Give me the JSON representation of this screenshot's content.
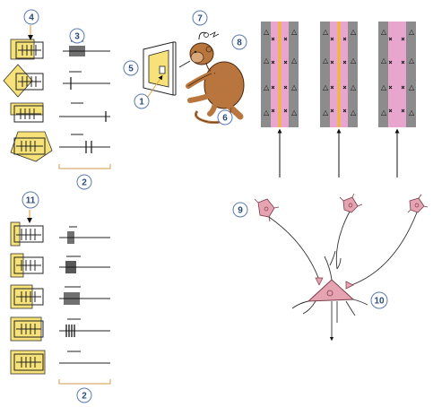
{
  "labels": {
    "n1": "1",
    "n2_top": "2",
    "n2_bottom": "2",
    "n3": "3",
    "n4": "4",
    "n5": "5",
    "n6": "6",
    "n7": "7",
    "n8": "8",
    "n9": "9",
    "n10": "10",
    "n11": "11"
  },
  "colors": {
    "stimulus_yellow": "#f7e27a",
    "cortex_pink": "#e8a6cf",
    "column_gray": "#8c8c8c",
    "column_line": "#f2b830",
    "monkey_brown": "#b8763e",
    "neuron_pink": "#e6a4b2",
    "label_blue": "#2a4a78",
    "bracket_orange": "#d39a4a"
  },
  "icons": [
    "monkey-icon",
    "screen-icon",
    "reward-tube-icon",
    "neuron-icon",
    "pyramidal-neuron-icon"
  ]
}
